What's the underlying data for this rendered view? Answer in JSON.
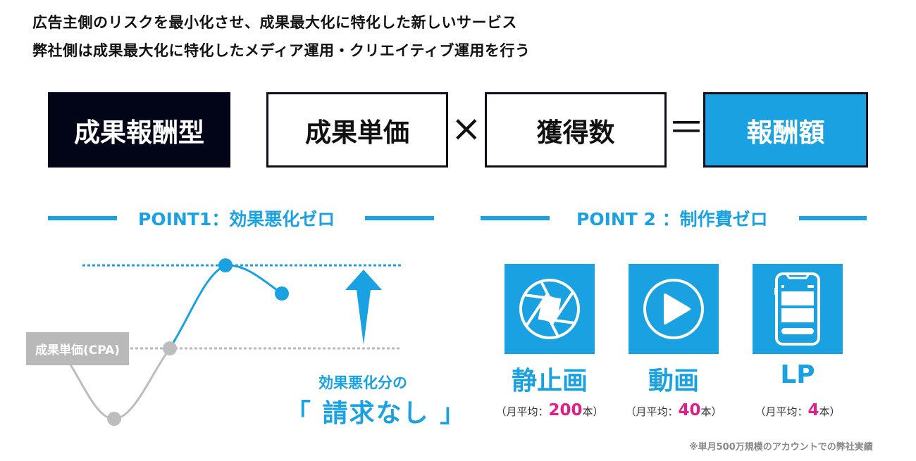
{
  "headline": {
    "line1": "広告主側のリスクを最小化させ、成果最大化に特化した新しいサービス",
    "line2": "弊社側は成果最大化に特化したメディア運用・クリエイティブ運用を行う"
  },
  "formula": {
    "model_label": "成果報酬型",
    "term1": "成果単価",
    "operator_multiply": "×",
    "term2": "獲得数",
    "operator_equals": "＝",
    "result": "報酬額",
    "colors": {
      "dark": "#020418",
      "accent": "#1aa1e2"
    }
  },
  "point1": {
    "title": "POINT1：効果悪化ゼロ",
    "cpa_label": "成果単価(CPA)",
    "claim_line1": "効果悪化分の",
    "claim_line2": "「 請求なし 」",
    "graph_icon": "line-graph-icon",
    "arrow_icon": "arrow-up-icon"
  },
  "point2": {
    "title": "POINT 2 ：制作費ゼロ",
    "items": [
      {
        "icon": "camera-aperture-icon",
        "title": "静止画",
        "sub_prefix": "（月平均：",
        "count": "200",
        "sub_suffix": "本）"
      },
      {
        "icon": "play-icon",
        "title": "動画",
        "sub_prefix": "（月平均：",
        "count": "40",
        "sub_suffix": "本）"
      },
      {
        "icon": "smartphone-icon",
        "title": "LP",
        "sub_prefix": "（月平均：",
        "count": "4",
        "sub_suffix": "本）"
      }
    ],
    "count_color": "#e0208a"
  },
  "footnote": "※単月500万規模のアカウントでの弊社実績"
}
